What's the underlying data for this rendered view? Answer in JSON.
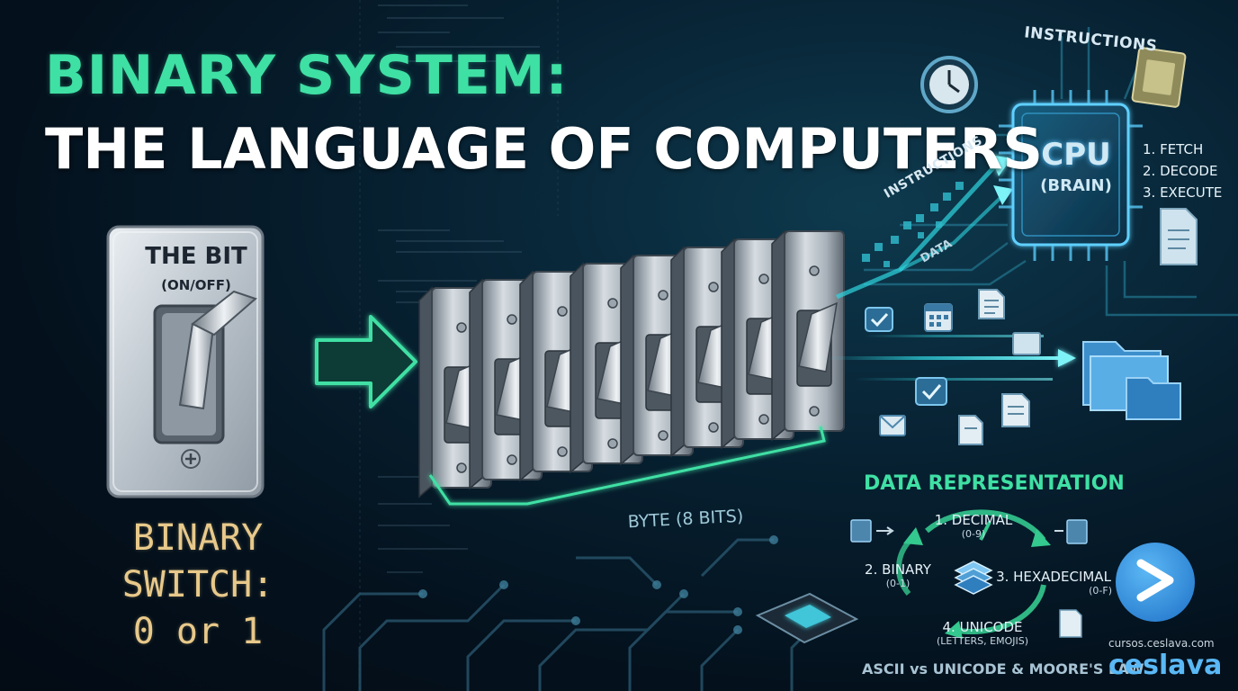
{
  "title": {
    "line1": "BINARY SYSTEM:",
    "line2": "THE LANGUAGE OF COMPUTERS"
  },
  "bit": {
    "label": "THE BIT",
    "sub": "(ON/OFF)"
  },
  "switch_caption": {
    "line1": "BINARY",
    "line2": "SWITCH:",
    "line3": "0 or 1"
  },
  "byte": {
    "label": "BYTE (8 BITS)",
    "switch_count": 8
  },
  "cpu": {
    "name": "CPU",
    "sub": "(BRAIN)",
    "instructions_top": "INSTRUCTIONS",
    "instructions_side": "INSTRUCTIONS",
    "data_side": "DATA",
    "steps": [
      "1. FETCH",
      "2. DECODE",
      "3. EXECUTE"
    ]
  },
  "data_representation": {
    "title": "DATA REPRESENTATION",
    "items": [
      {
        "label": "1. DECIMAL",
        "range": "(0-9)"
      },
      {
        "label": "2. BINARY",
        "range": "(0-1)"
      },
      {
        "label": "3. HEXADECIMAL",
        "range": "(0-F)"
      },
      {
        "label": "4. UNICODE",
        "range": "(LETTERS, EMOJIS)"
      }
    ],
    "footer": "ASCII vs UNICODE & MOORE'S LAW"
  },
  "brand": {
    "url": "cursos.ceslava.com",
    "name": "ceslava",
    "logo_icon": "play-chevron-icon"
  },
  "colors": {
    "accent_green": "#3fe0a4",
    "cyan": "#2fd6e0",
    "brand_blue": "#3a9be8",
    "caption_gold": "#e8c98a"
  },
  "icons": [
    "clock-icon",
    "microchip-icon",
    "document-icon",
    "calendar-icon",
    "checkbox-icon",
    "folder-icon",
    "mail-icon",
    "stack-icon"
  ]
}
